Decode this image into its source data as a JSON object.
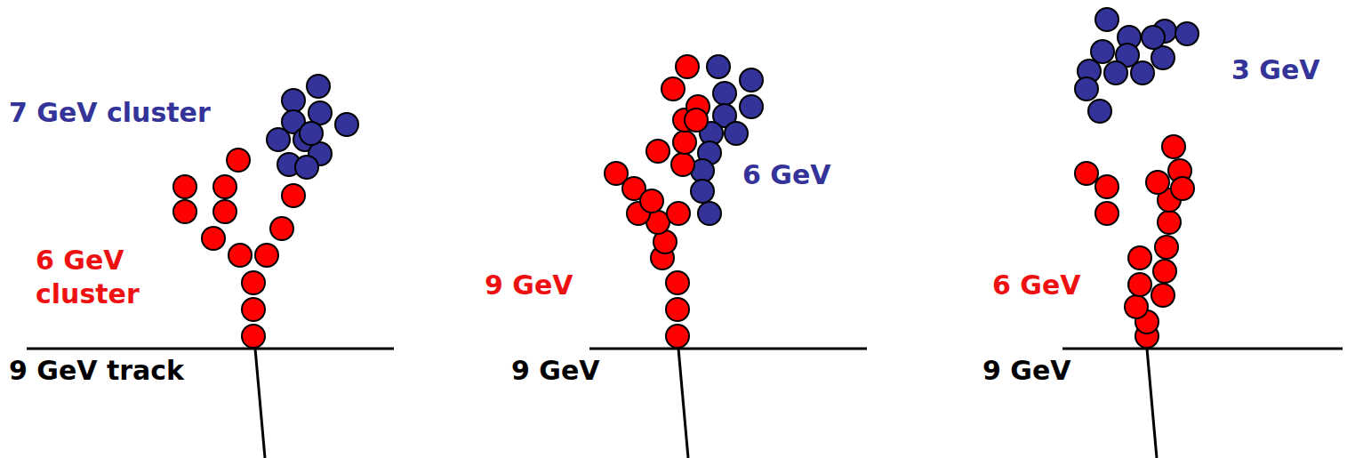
{
  "diagram": {
    "labels": [
      "7 GeV cluster",
      "6 GeV cluster",
      "9 GeV track",
      "9 GeV",
      "6 GeV",
      "9 GeV",
      "3 GeV",
      "6 GeV",
      "9 GeV"
    ]
  }
}
